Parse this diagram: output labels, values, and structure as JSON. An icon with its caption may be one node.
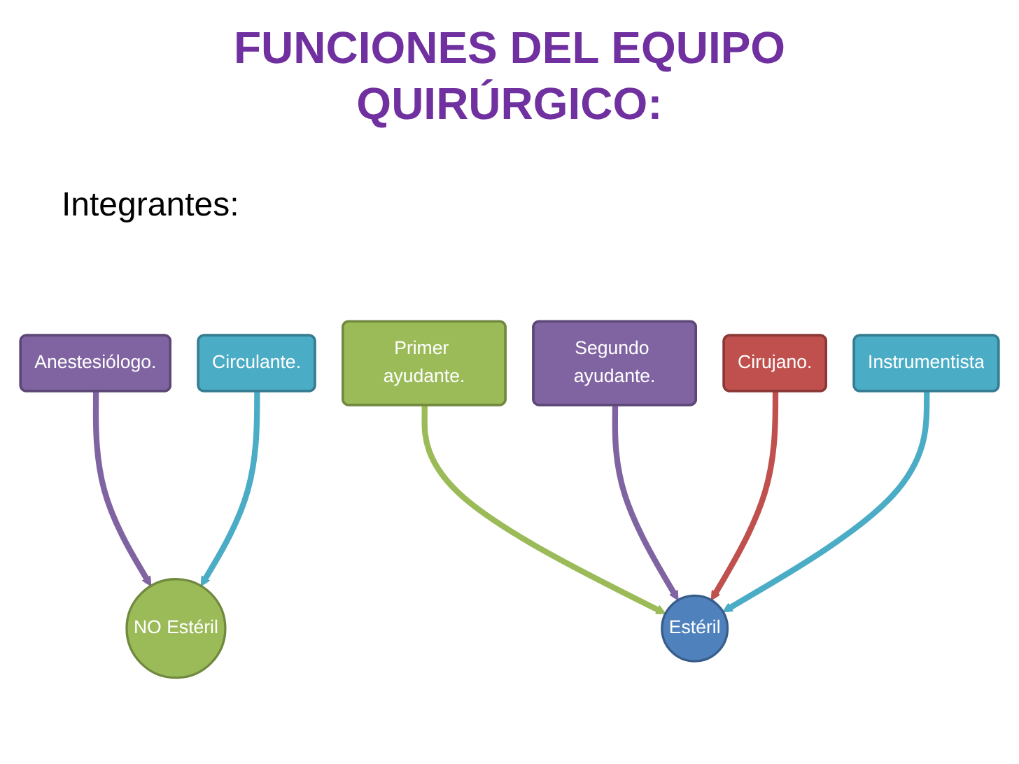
{
  "diagram": {
    "title": "FUNCIONES DEL EQUIPO QUIRÚRGICO:",
    "nodes": [
      {
        "text": [
          "Anestesiólogo."
        ]
      },
      {
        "text": [
          "Circulante."
        ]
      },
      {
        "text": [
          "Primer ayudante."
        ]
      },
      {
        "text": [
          "Segundo ayudante."
        ]
      },
      {
        "text": [
          "NO Estéril"
        ]
      },
      {
        "text": [
          "Cirujano."
        ]
      },
      {
        "text": [
          "Estéril"
        ]
      },
      {
        "text": [
          "Instrumentista"
        ]
      }
    ],
    "edges": [
      {
        "from": 0,
        "to": 4,
        "arrow": "to",
        "color": "#8064a2"
      },
      {
        "from": 1,
        "to": 4,
        "arrow": "to",
        "color": "#4bacc6"
      },
      {
        "from": 2,
        "to": 6,
        "arrow": "to",
        "color": "#9bbb59"
      },
      {
        "from": 3,
        "to": 6,
        "arrow": "to",
        "color": "#8064a2"
      },
      {
        "from": 5,
        "to": 6,
        "arrow": "to",
        "color": "#c0504d"
      },
      {
        "from": 7,
        "to": 6,
        "arrow": "to",
        "color": "#4bacc6"
      }
    ],
    "labels": [
      "Integrantes:"
    ]
  }
}
